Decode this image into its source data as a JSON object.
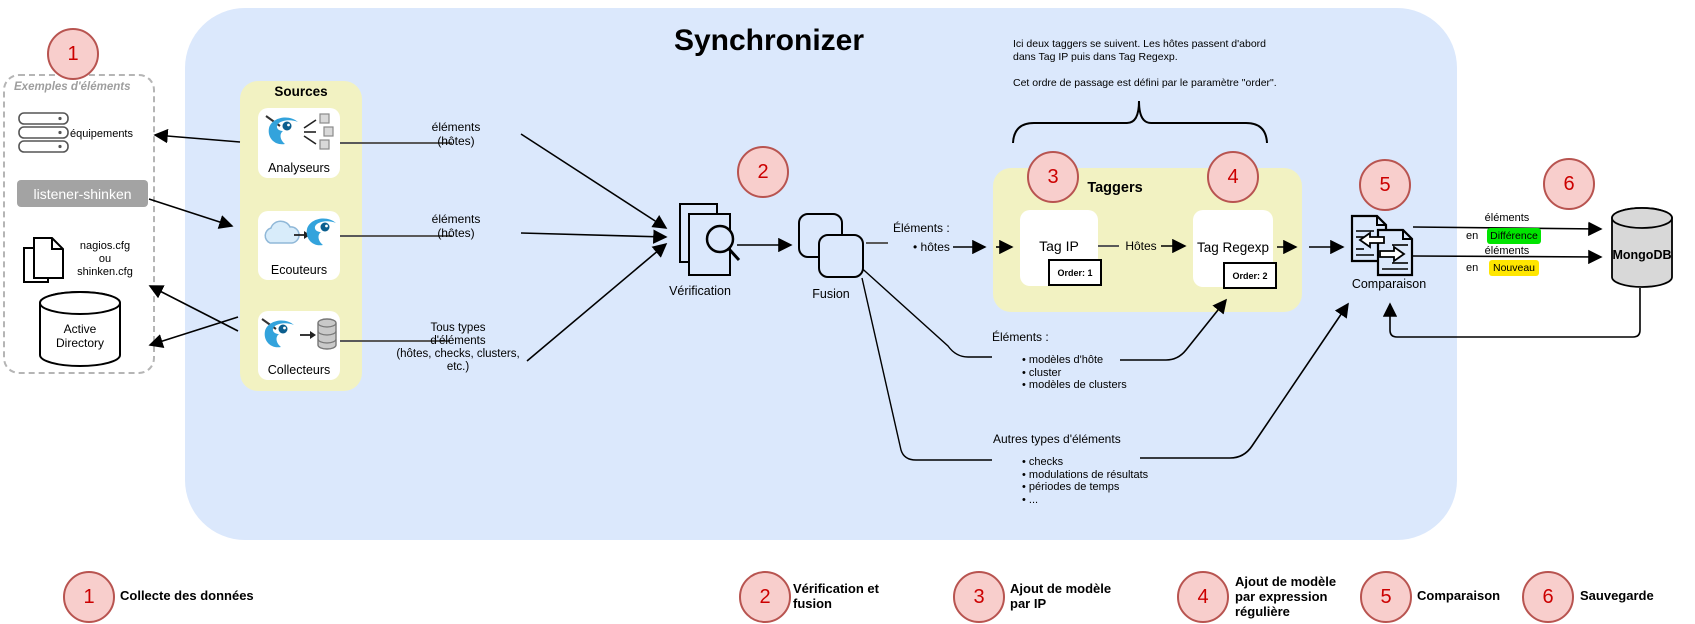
{
  "title": "Synchronizer",
  "colors": {
    "container_blue": "#dbe8fc",
    "group_yellow": "#f2f2c2",
    "step_circle_fill": "#f8cecc",
    "step_circle_border": "#b85450",
    "step_number_red": "#cc0000",
    "listener_gray": "#a3a3a3",
    "difference_green": "#00e400",
    "nouveau_yellow": "#ffe600",
    "mongodb_gray": "#d8d8d8"
  },
  "examples": {
    "label": "Exemples d'éléments",
    "equipements": "équipements",
    "listener": "listener-shinken",
    "nagios": "nagios.cfg\nou\nshinken.cfg",
    "active_directory": "Active\nDirectory"
  },
  "sources": {
    "title": "Sources",
    "analyseurs": "Analyseurs",
    "ecouteurs": "Ecouteurs",
    "collecteurs": "Collecteurs"
  },
  "edges": {
    "e1": "éléments\n(hôtes)",
    "e2": "éléments\n(hôtes)",
    "e3": "Tous types\nd'éléments\n(hôtes, checks, clusters, etc.)",
    "fusion_out_title": "Éléments :",
    "fusion_out_item": "• hôtes",
    "hotes": "Hôtes"
  },
  "nodes": {
    "verification": "Vérification",
    "fusion": "Fusion",
    "comparaison": "Comparaison",
    "mongodb": "MongoDB"
  },
  "taggers": {
    "title": "Taggers",
    "tag_ip": "Tag IP",
    "order1": "Order: 1",
    "tag_regexp": "Tag Regexp",
    "order2": "Order: 2"
  },
  "annotation": {
    "p1": "Ici deux taggers se suivent. Les hôtes passent d'abord\ndans Tag IP puis dans Tag Regexp.",
    "p2": "Cet ordre de passage est défini par le paramètre \"order\"."
  },
  "lists": {
    "elements": {
      "title": "Éléments :",
      "items": [
        "• modèles d'hôte",
        "• cluster",
        "• modèles de clusters"
      ]
    },
    "autres": {
      "title": "Autres types d'éléments",
      "items": [
        "• checks",
        "• modulations de résultats",
        "• périodes de temps",
        "• ..."
      ]
    }
  },
  "outputs": {
    "difference": {
      "elements": "éléments",
      "en": "en",
      "tag": "Différence"
    },
    "nouveau": {
      "elements": "éléments",
      "en": "en",
      "tag": "Nouveau"
    }
  },
  "steps": [
    {
      "n": "1",
      "label": "Collecte des données"
    },
    {
      "n": "2",
      "label": "Vérification et\nfusion"
    },
    {
      "n": "3",
      "label": "Ajout de modèle\npar IP"
    },
    {
      "n": "4",
      "label": "Ajout de modèle\npar expression\nrégulière"
    },
    {
      "n": "5",
      "label": "Comparaison"
    },
    {
      "n": "6",
      "label": "Sauvegarde"
    }
  ]
}
